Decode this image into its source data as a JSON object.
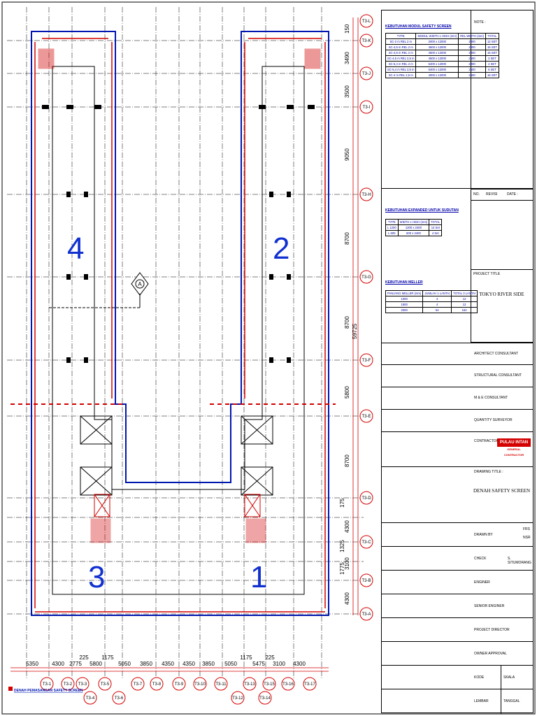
{
  "plan": {
    "blocks": [
      "4",
      "2",
      "3",
      "1"
    ],
    "section_marker": "A",
    "dims_right": [
      "150",
      "3490",
      "3500",
      "9050",
      "8700",
      "8700",
      "59725",
      "5800",
      "8700",
      "175",
      "4300",
      "1325",
      "3100",
      "1775",
      "4300"
    ],
    "dims_bottom": [
      "5350",
      "4300",
      "2775",
      "225",
      "5800",
      "1175",
      "5050",
      "3850",
      "4350",
      "4350",
      "3850",
      "5050",
      "1175",
      "225",
      "5475",
      "3100",
      "4300"
    ],
    "grid_right": [
      "T3-L",
      "T3-K",
      "T3-J",
      "T3-I",
      "T3-H",
      "T3-G",
      "T3-F",
      "T3-E",
      "T3-D",
      "T3-C",
      "T3-B",
      "T3-A"
    ],
    "grid_bottom": [
      "T3-1",
      "T3-2",
      "T3-3",
      "T3-4",
      "T3-5",
      "T3-6",
      "T3-7",
      "T3-8",
      "T3-9",
      "T3-10",
      "T3-11",
      "T3-12",
      "T3-13",
      "T3-14",
      "T3-15",
      "T3-16",
      "T3-17"
    ],
    "drawing_caption": "DENAH PEMASANGAN SAFETY SCREEN"
  },
  "titleblock": {
    "note": "NOTE :",
    "table1": {
      "title": "KEBUTUHAN MODUL SAFETY SCREEN",
      "headers": [
        "TYPE",
        "MODUL WIDTH x HIGH (mm)",
        "REL WIDTH (mm)",
        "TOTAL"
      ],
      "rows": [
        [
          "SC-2 m REL 2 m",
          "2000 x 12000",
          "2000",
          "12 SET"
        ],
        [
          "SC-4,5 m REL 2 m",
          "4500 x 12000",
          "2000",
          "16 SET"
        ],
        [
          "SC-4,5 m REL 2 m",
          "4500 x 12000",
          "2000",
          "16 SET"
        ],
        [
          "SC-4,5 m REL 2,5 m",
          "4500 x 12000",
          "2500",
          "2 SET"
        ],
        [
          "SC-5,4 m REL 2 m",
          "5400 x 12000",
          "2000",
          "2 SET"
        ],
        [
          "SC-5,4 m REL 2,5 m",
          "5400 x 12000",
          "2500",
          "6 SET"
        ],
        [
          "SC-4 m REL 2,5 m",
          "4000 x 12000",
          "2500",
          "16 SET"
        ]
      ]
    },
    "revision": {
      "no": "NO.",
      "revisi": "REVISI",
      "date": "DATE :"
    },
    "table2": {
      "title": "KEBUTUHAN EXPANDED UNTUK SUDUTAN",
      "headers": [
        "TYPE",
        "WIDTH x HIGH (mm)",
        "TOTAL"
      ],
      "rows": [
        [
          "L 1200",
          "1200 x 2400",
          "14 Set"
        ],
        [
          "L 600",
          "600 x 2400",
          "4 Set"
        ]
      ]
    },
    "table3": {
      "title": "KEBUTUHAN MELLER",
      "headers": [
        "PANJANG MELLER (mm)",
        "JUMLAH 1 LANTAI",
        "TOTAL 3 LANTAI"
      ],
      "rows": [
        [
          "1000",
          "4",
          "12"
        ],
        [
          "1500",
          "4",
          "12"
        ],
        [
          "2000",
          "54",
          "162"
        ]
      ]
    },
    "project_title_label": "PROJECT TITLE",
    "project_title": "TOKYO RIVER SIDE",
    "architect": "ARCHITECT CONSULTANT",
    "structural": "STRUCTURAL CONSULTANT",
    "mne": "M & E CONSULTANT",
    "qs": "QUANTITY SURVEYOR",
    "contractor": "CONTRACTOR",
    "contractor_logo": "PULAU INTAN",
    "contractor_sub": "GENERAL CONTRACTOR",
    "drawing_title_label": "DRAWING TITLE :",
    "drawing_title": "DENAH SAFETY SCREEN",
    "drawn_by": "DRAWN BY",
    "drawn_by_val1": "FRS",
    "drawn_by_val2": "NSR",
    "check": "CHECK",
    "check_val": "S. SITUMORANG",
    "engineer": "ENGINER",
    "senior": "SENIOR ENGINER",
    "director": "PROJECT DIRECTOR",
    "owner": "OWNER APPROVAL",
    "kode": "KODE",
    "skala": "SKALA",
    "lembar": "LEMBAR",
    "tanggal": "TANGGAL"
  }
}
